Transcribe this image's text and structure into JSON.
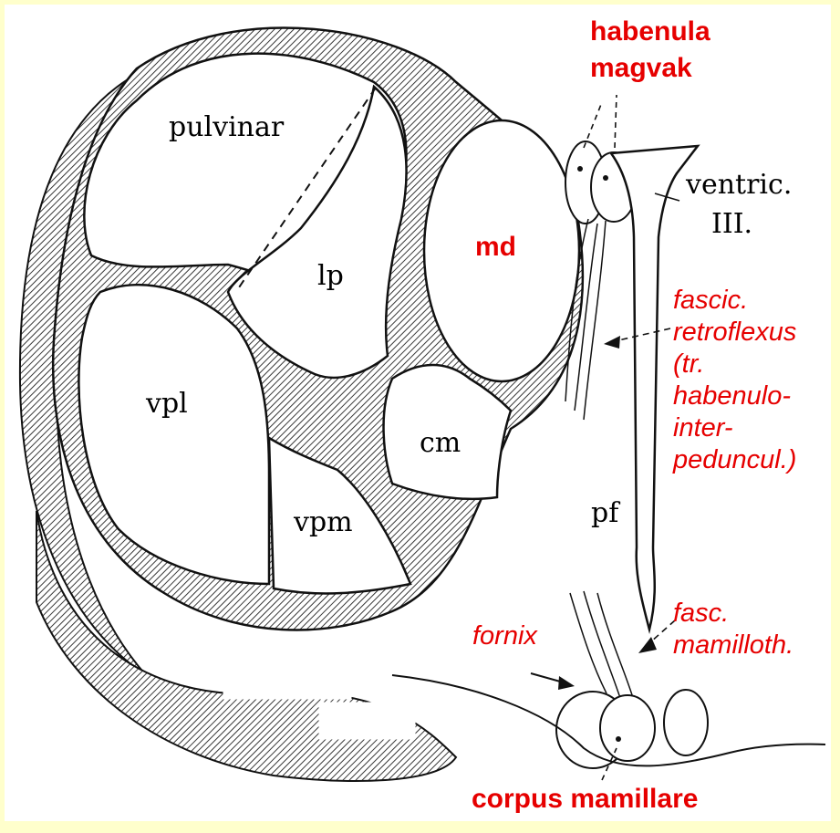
{
  "colors": {
    "background": "#ffffcc",
    "panel": "#ffffff",
    "ink": "#111111",
    "annotation_red": "#e60000"
  },
  "structures": {
    "pulvinar": "pulvinar",
    "lp": "lp",
    "vpl": "vpl",
    "vpm": "vpm",
    "cm": "cm",
    "pf": "pf",
    "ventric_line1": "ventric.",
    "ventric_line2": "III."
  },
  "annotations": {
    "habenula_line1": "habenula",
    "habenula_line2": "magvak",
    "md": "md",
    "fascic_line1": "fascic.",
    "fascic_line2": "retroflexus",
    "fascic_line3": "(tr.",
    "fascic_line4": "habenulo-",
    "fascic_line5": "inter-",
    "fascic_line6": "peduncul.)",
    "fasc_line1": "fasc.",
    "fasc_line2": "mamilloth.",
    "fornix": "fornix",
    "corpus": "corpus mamillare"
  }
}
